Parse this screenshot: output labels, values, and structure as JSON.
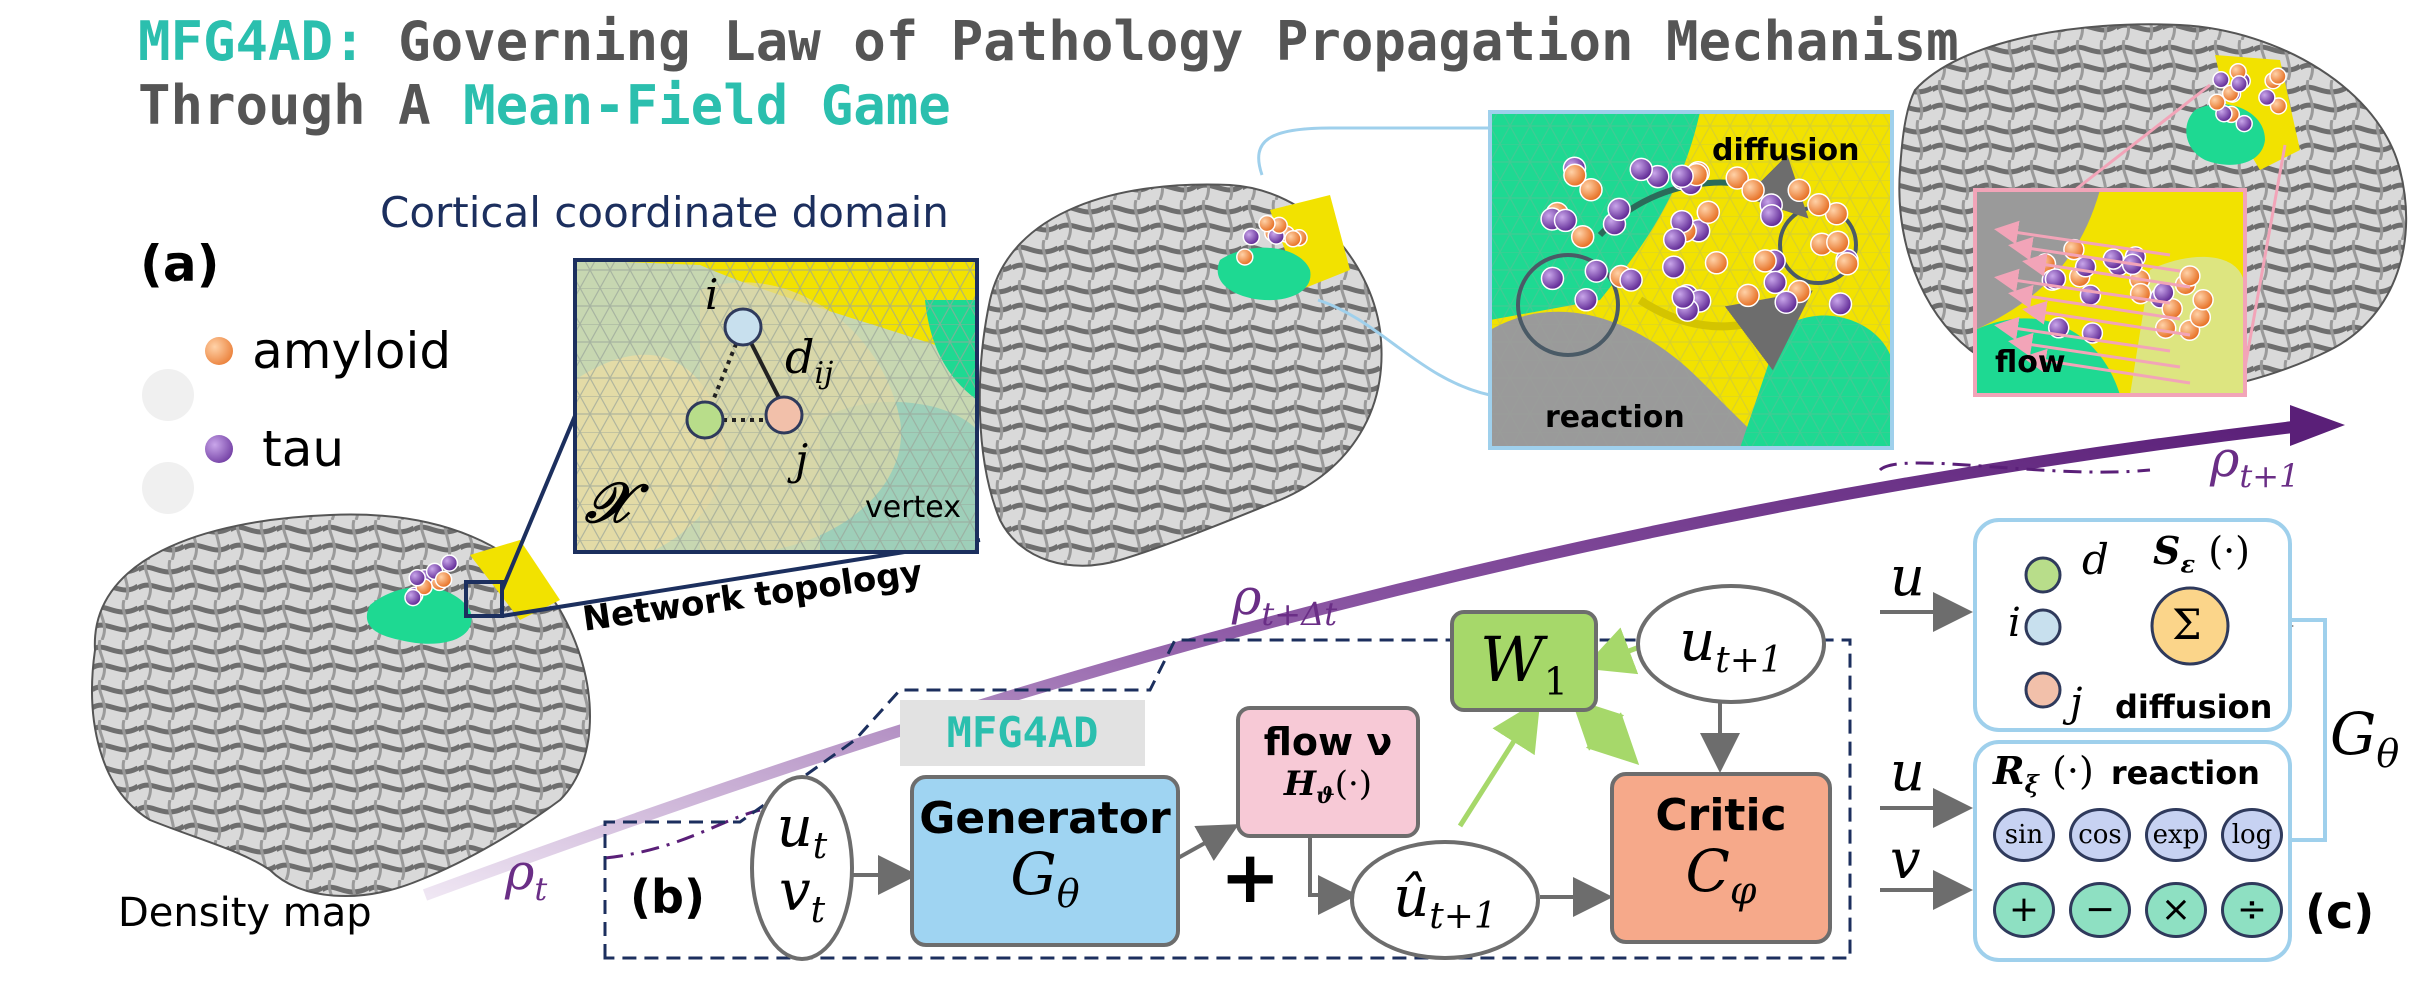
{
  "title": {
    "acronym": "MFG4AD:",
    "line1_rest": " Governing Law of Pathology Propagation Mechanism",
    "line2_start": "Through A ",
    "line2_highlight": "Mean-Field Game"
  },
  "panel_a": {
    "label": "(a)",
    "legend": [
      {
        "name": "amyloid",
        "color": "#f08a3c"
      },
      {
        "name": "tau",
        "color": "#7a3fb0"
      }
    ],
    "domain_caption": "Cortical coordinate domain",
    "inset": {
      "node_i": "i",
      "node_j": "j",
      "edge": "d",
      "edge_sub": "ij",
      "domain_symbol": "𝒳",
      "vertex": "vertex"
    },
    "network_topology": "Network topology",
    "density_map": "Density map",
    "process_inset": {
      "diffusion": "diffusion",
      "reaction": "reaction"
    },
    "flow_inset": {
      "flow": "flow"
    },
    "rho_t": {
      "base": "ρ",
      "sub": "t"
    },
    "rho_tdt": {
      "base": "ρ",
      "sub": "t+Δt"
    },
    "rho_t1": {
      "base": "ρ",
      "sub": "t+1"
    }
  },
  "panel_b": {
    "label": "(b)",
    "tag": "MFG4AD",
    "inputs": {
      "u": "u",
      "v": "v",
      "sub": "t"
    },
    "generator": {
      "title": "Generator",
      "symbol": "G",
      "sub": "θ"
    },
    "plus": "+",
    "flow": {
      "title": "flow ν",
      "symbol": "H",
      "sub": "ϑ",
      "arg": "(·)"
    },
    "u_hat": {
      "base": "û",
      "sub": "t+1"
    },
    "w1": {
      "base": "W",
      "sub": "1"
    },
    "u_next": {
      "base": "u",
      "sub": "t+1"
    },
    "critic": {
      "title": "Critic",
      "symbol": "C",
      "sub": "φ"
    }
  },
  "panel_c": {
    "label": "(c)",
    "g_theta": {
      "base": "G",
      "sub": "θ"
    },
    "diffusion_block": {
      "input": "u",
      "op": "S",
      "op_sub": "ε",
      "op_arg": "(·)",
      "edge": "d",
      "node_i": "i",
      "node_j": "j",
      "sum": "Σ",
      "caption": "diffusion"
    },
    "reaction_block": {
      "input_u": "u",
      "input_v": "v",
      "op": "R",
      "op_sub": "ξ",
      "op_arg": "(·)",
      "caption": "reaction",
      "functions": [
        "sin",
        "cos",
        "exp",
        "log"
      ],
      "operators": [
        "+",
        "−",
        "×",
        "÷"
      ]
    }
  },
  "colors": {
    "teal": "#2bbfae",
    "navy": "#1c2f5e",
    "purple": "#6a2e86",
    "generator": "#9fd4f2",
    "critic": "#f6a98a",
    "flow": "#f7c9d6",
    "w1": "#a6d86a",
    "light_blue": "#9fd0ec"
  }
}
